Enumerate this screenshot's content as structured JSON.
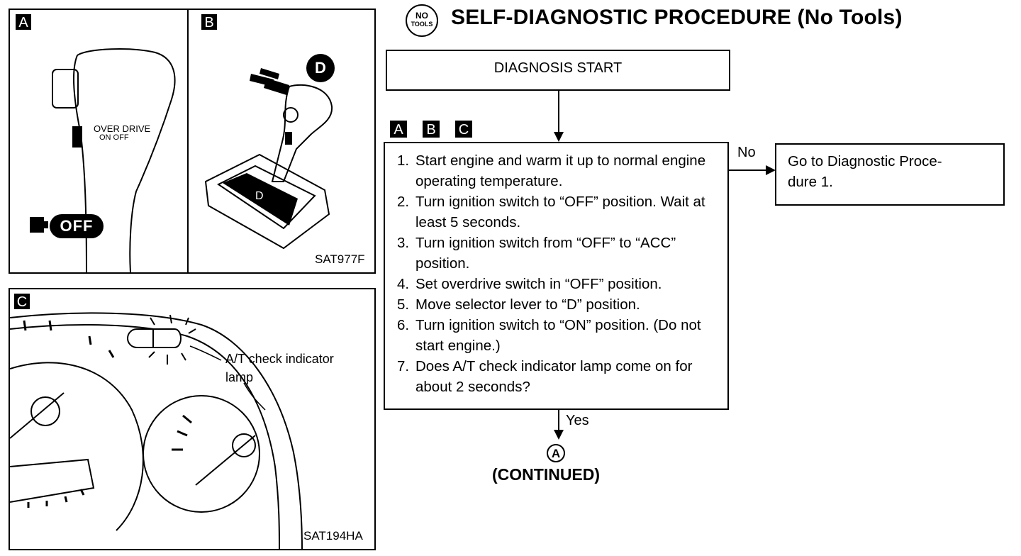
{
  "header": {
    "badge_top": "NO",
    "badge_bottom": "TOOLS",
    "title": "SELF-DIAGNOSTIC PROCEDURE (No Tools)"
  },
  "figures": {
    "panel_a_tag": "A",
    "panel_b_tag": "B",
    "panel_c_tag": "C",
    "knob_text_line1": "OVER DRIVE",
    "knob_text_line2": "ON  OFF",
    "off_label": "OFF",
    "d_circle": "D",
    "gate_d": "D",
    "code_top": "SAT977F",
    "lamp_label_line1": "A/T check indicator",
    "lamp_label_line2": "lamp",
    "code_bottom": "SAT194HA"
  },
  "flow": {
    "start": "DIAGNOSIS START",
    "tags": [
      "A",
      "B",
      "C"
    ],
    "steps": [
      {
        "n": "1.",
        "text": "Start engine and warm it up to normal engine operating temperature."
      },
      {
        "n": "2.",
        "text": "Turn ignition switch to “OFF” position. Wait at least 5 seconds."
      },
      {
        "n": "3.",
        "text": "Turn ignition switch from “OFF” to “ACC” position."
      },
      {
        "n": "4.",
        "text": "Set overdrive switch in “OFF” position."
      },
      {
        "n": "5.",
        "text": "Move selector lever to “D” position."
      },
      {
        "n": "6.",
        "text": "Turn ignition switch to “ON” position. (Do not start engine.)"
      },
      {
        "n": "7.",
        "text": "Does A/T check indicator lamp come on for about 2 seconds?"
      }
    ],
    "no_label": "No",
    "no_target_line1": "Go to Diagnostic Proce-",
    "no_target_line2": "dure 1.",
    "yes_label": "Yes",
    "connector": "A",
    "continued": "(CONTINUED)"
  }
}
